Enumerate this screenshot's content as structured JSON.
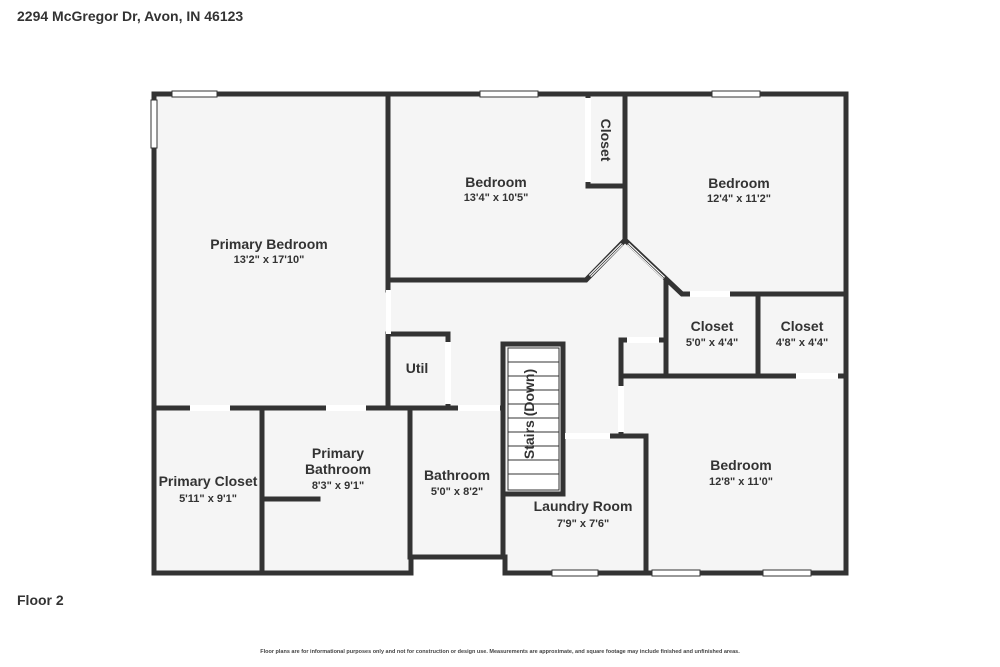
{
  "address": "2294 McGregor Dr, Avon, IN 46123",
  "floor": "Floor 2",
  "disclaimer": "Floor plans are for informational purposes only and not for construction or design use. Measurements are approximate, and square footage may include finished and unfinished areas.",
  "rooms": {
    "primary_bedroom": {
      "name": "Primary Bedroom",
      "dims": "13'2\" x 17'10\""
    },
    "bedroom_1": {
      "name": "Bedroom",
      "dims": "13'4\" x 10'5\""
    },
    "closet_top": {
      "name": "Closet"
    },
    "bedroom_2": {
      "name": "Bedroom",
      "dims": "12'4\" x 11'2\""
    },
    "closet_a": {
      "name": "Closet",
      "dims": "5'0\" x 4'4\""
    },
    "closet_b": {
      "name": "Closet",
      "dims": "4'8\" x 4'4\""
    },
    "util": {
      "name": "Util"
    },
    "stairs": {
      "name": "Stairs (Down)"
    },
    "primary_closet": {
      "name": "Primary Closet",
      "dims": "5'11\" x 9'1\""
    },
    "primary_bathroom": {
      "name_line1": "Primary",
      "name_line2": "Bathroom",
      "dims": "8'3\" x 9'1\""
    },
    "bathroom": {
      "name": "Bathroom",
      "dims": "5'0\" x 8'2\""
    },
    "laundry": {
      "name": "Laundry Room",
      "dims": "7'9\" x 7'6\""
    },
    "bedroom_3": {
      "name": "Bedroom",
      "dims": "12'8\" x 11'0\""
    }
  },
  "colors": {
    "room_fill": "#f5f5f5",
    "wall": "#333333",
    "background": "#ffffff"
  }
}
